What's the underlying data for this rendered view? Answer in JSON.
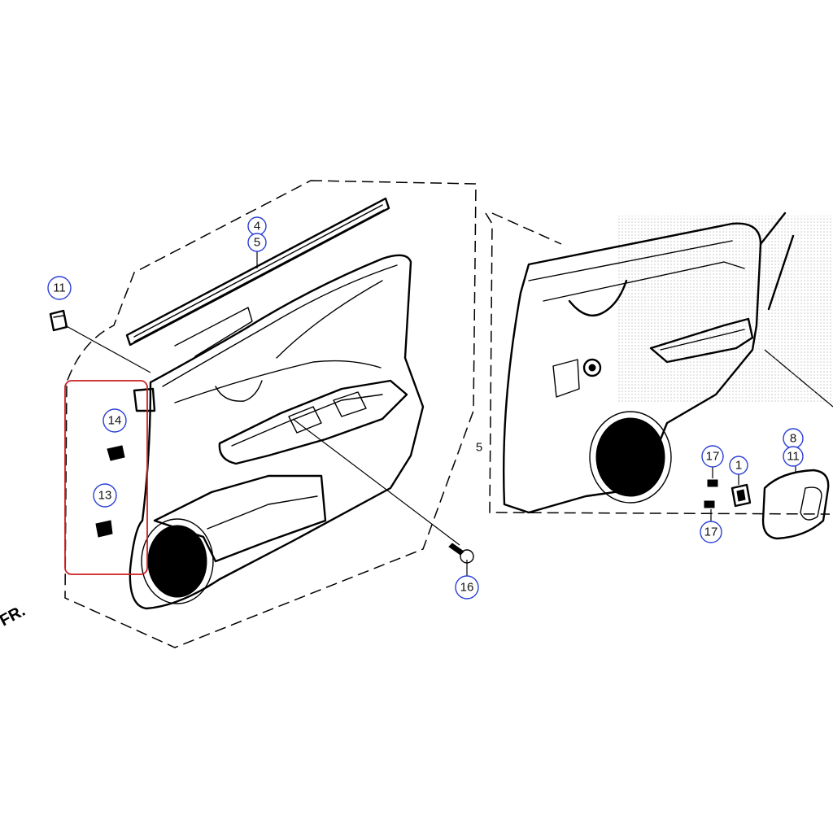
{
  "diagram": {
    "callouts": {
      "c4": "4",
      "c5": "5",
      "c11_left": "11",
      "c14": "14",
      "c13": "13",
      "c16": "16",
      "c17_top": "17",
      "c1": "1",
      "c8": "8",
      "c11_right": "11",
      "c17_bottom": "17",
      "c5_partial": "5"
    },
    "direction_label": "FR.",
    "colors": {
      "callout_ring": "#2b3fd6",
      "highlight_box": "#cc1f1f",
      "line": "#000000"
    }
  }
}
